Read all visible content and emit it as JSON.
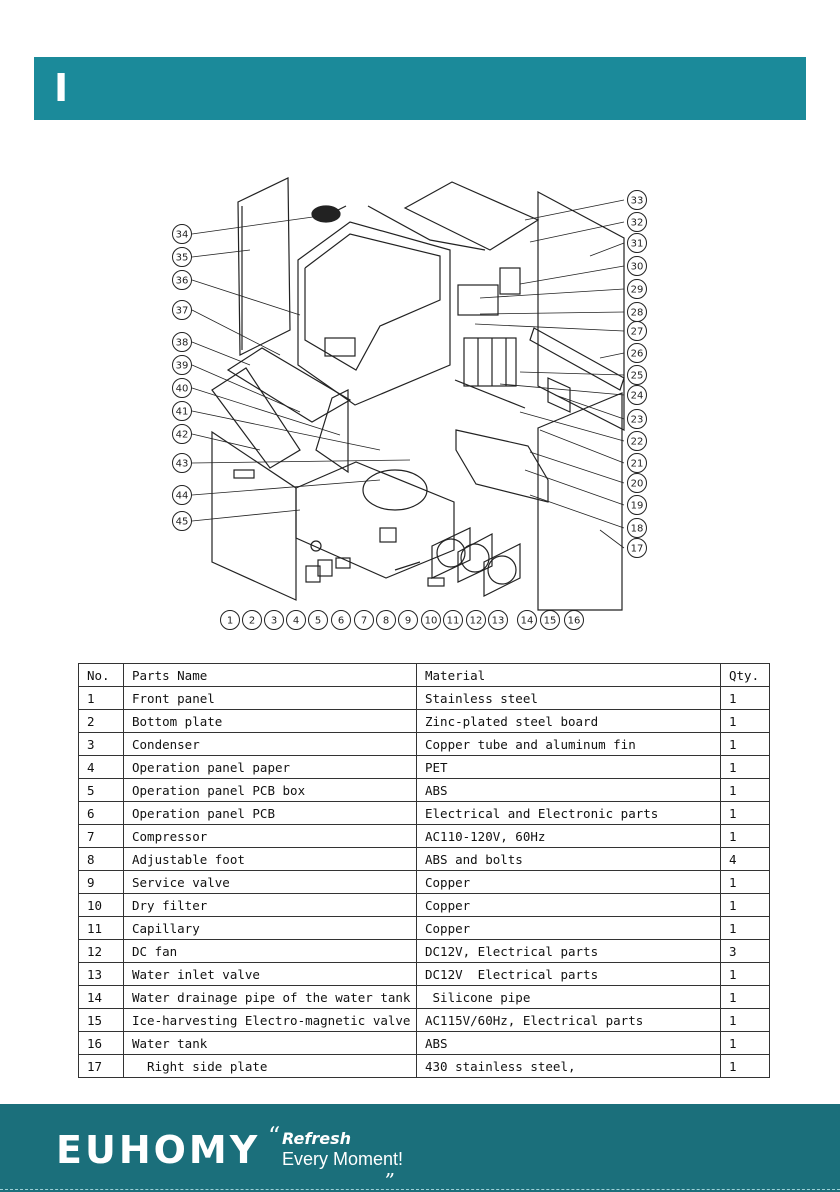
{
  "header": {
    "section_letter": "I",
    "bar_color": "#1b8a9a"
  },
  "diagram": {
    "callouts": [
      "1",
      "2",
      "3",
      "4",
      "5",
      "6",
      "7",
      "8",
      "9",
      "10",
      "11",
      "12",
      "13",
      "14",
      "15",
      "16",
      "17",
      "18",
      "19",
      "20",
      "21",
      "22",
      "23",
      "24",
      "25",
      "26",
      "27",
      "28",
      "29",
      "30",
      "31",
      "32",
      "33",
      "34",
      "35",
      "36",
      "37",
      "38",
      "39",
      "40",
      "41",
      "42",
      "43",
      "44",
      "45"
    ]
  },
  "table": {
    "headers": [
      "No.",
      "Parts Name",
      "Material",
      "Qty."
    ],
    "rows": [
      [
        "1",
        "Front panel",
        "Stainless steel",
        "1"
      ],
      [
        "2",
        "Bottom plate",
        "Zinc-plated steel board",
        "1"
      ],
      [
        "3",
        "Condenser",
        "Copper tube and aluminum fin",
        "1"
      ],
      [
        "4",
        "Operation panel paper",
        "PET",
        "1"
      ],
      [
        "5",
        "Operation panel PCB box",
        "ABS",
        "1"
      ],
      [
        "6",
        "Operation panel PCB",
        "Electrical and Electronic parts",
        "1"
      ],
      [
        "7",
        "Compressor",
        "AC110-120V, 60Hz",
        "1"
      ],
      [
        "8",
        "Adjustable foot",
        "ABS and bolts",
        "4"
      ],
      [
        "9",
        "Service valve",
        "Copper",
        "1"
      ],
      [
        "10",
        "Dry filter",
        "Copper",
        "1"
      ],
      [
        "11",
        "Capillary",
        "Copper",
        "1"
      ],
      [
        "12",
        "DC fan",
        "DC12V, Electrical parts",
        "3"
      ],
      [
        "13",
        "Water inlet valve",
        "DC12V  Electrical parts",
        "1"
      ],
      [
        "14",
        "Water drainage pipe of the water tank",
        " Silicone pipe",
        "1"
      ],
      [
        "15",
        "Ice-harvesting Electro-magnetic valve",
        "AC115V/60Hz, Electrical parts",
        "1"
      ],
      [
        "16",
        "Water tank",
        "ABS",
        "1"
      ],
      [
        "17",
        "  Right side plate",
        "430 stainless steel,",
        "1"
      ]
    ]
  },
  "footer": {
    "brand": "EUHOMY",
    "quote_open": "“",
    "tagline_bold": "Refresh",
    "tagline": "Every Moment!",
    "quote_close": "„",
    "bg_color": "#1b6f7b"
  }
}
